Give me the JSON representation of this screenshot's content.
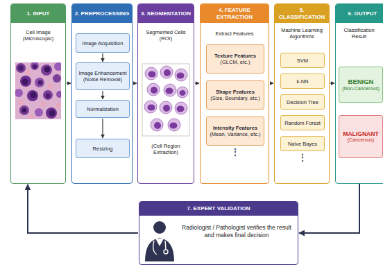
{
  "diagram": {
    "nodes": [
      {
        "text": [
          "1. INPUT",
          "Cell Image (Microscopic)"
        ]
      },
      {
        "text": [
          "2. PREPROCESSING"
        ]
      },
      {
        "text": [
          "Image Acquisition"
        ],
        "in": 1
      },
      {
        "text": [
          "Image Enhancement (Noise Removal)"
        ],
        "in": 1
      },
      {
        "text": [
          "Normalization"
        ],
        "in": 1
      },
      {
        "text": [
          "Resizing"
        ],
        "in": 1
      },
      {
        "text": [
          "3. SEGMENTATION",
          "Segmented Cells (ROI)",
          "(Cell Region Extraction)"
        ]
      },
      {
        "text": [
          "4. FEATURE EXTRACTION",
          "Extract Features"
        ]
      },
      {
        "text": [
          "Texture Features",
          "(GLCM, etc.)"
        ],
        "in": 7
      },
      {
        "text": [
          "Shape Features",
          "(Size, Boundary, etc.)"
        ],
        "in": 7
      },
      {
        "text": [
          "Intensity Features",
          "(Mean, Variance, etc.)"
        ],
        "in": 7
      },
      {
        "text": [
          "5. CLASSIFICATION",
          "Machine Learning Algorithms"
        ]
      },
      {
        "text": [
          "SVM"
        ],
        "in": 11
      },
      {
        "text": [
          "k-NN"
        ],
        "in": 11
      },
      {
        "text": [
          "Decision Tree"
        ],
        "in": 11
      },
      {
        "text": [
          "Random Forest"
        ],
        "in": 11
      },
      {
        "text": [
          "Naive Bayes"
        ],
        "in": 11
      },
      {
        "text": [
          "6. OUTPUT",
          "Classification Result"
        ]
      },
      {
        "text": [
          "BENIGN",
          "(Non-Cancerous)"
        ],
        "in": 17
      },
      {
        "text": [
          "MALIGNANT",
          "(Cancerous)"
        ],
        "in": 17
      },
      {
        "text": [
          "7. EXPERT VALIDATION",
          "Radiologist / Pathologist verifies the result and makes final decision"
        ]
      }
    ],
    "edges": [
      {
        "from": 0,
        "to": 1,
        "arrow": "to"
      },
      {
        "from": 1,
        "to": 6,
        "arrow": "to"
      },
      {
        "from": 6,
        "to": 7,
        "arrow": "to"
      },
      {
        "from": 7,
        "to": 11,
        "arrow": "to"
      },
      {
        "from": 11,
        "to": 17,
        "arrow": "to"
      },
      {
        "from": 2,
        "to": 3,
        "arrow": "to"
      },
      {
        "from": 3,
        "to": 4,
        "arrow": "to"
      },
      {
        "from": 4,
        "to": 5,
        "arrow": "to"
      },
      {
        "from": 17,
        "to": 20,
        "arrow": "to"
      },
      {
        "from": 20,
        "to": 0,
        "arrow": "to"
      }
    ],
    "labels": [
      "⋮",
      "⋮"
    ]
  }
}
